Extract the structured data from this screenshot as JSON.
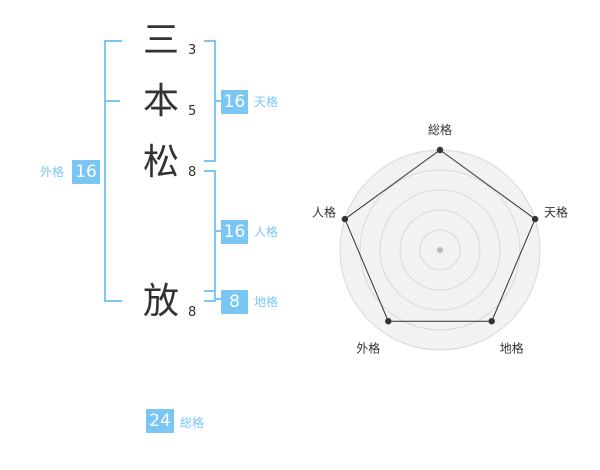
{
  "name": {
    "characters": [
      {
        "char": "三",
        "strokes": "3"
      },
      {
        "char": "本",
        "strokes": "5"
      },
      {
        "char": "松",
        "strokes": "8"
      },
      {
        "char": "放",
        "strokes": "8"
      }
    ]
  },
  "scores": {
    "tenkaku": {
      "value": "16",
      "label": "天格"
    },
    "jinkaku": {
      "value": "16",
      "label": "人格"
    },
    "chikaku": {
      "value": "8",
      "label": "地格"
    },
    "gaikaku": {
      "value": "16",
      "label": "外格"
    },
    "soukaku": {
      "value": "24",
      "label": "総格"
    }
  },
  "colors": {
    "accent": "#7ac7f5",
    "text": "#333333",
    "radar_fill": "#f2f2f2"
  },
  "chart_data": {
    "type": "radar",
    "axes": [
      "総格",
      "天格",
      "地格",
      "外格",
      "人格"
    ],
    "values": [
      1.0,
      1.0,
      0.88,
      0.88,
      1.0
    ],
    "rings": 5,
    "max": 1.0
  }
}
